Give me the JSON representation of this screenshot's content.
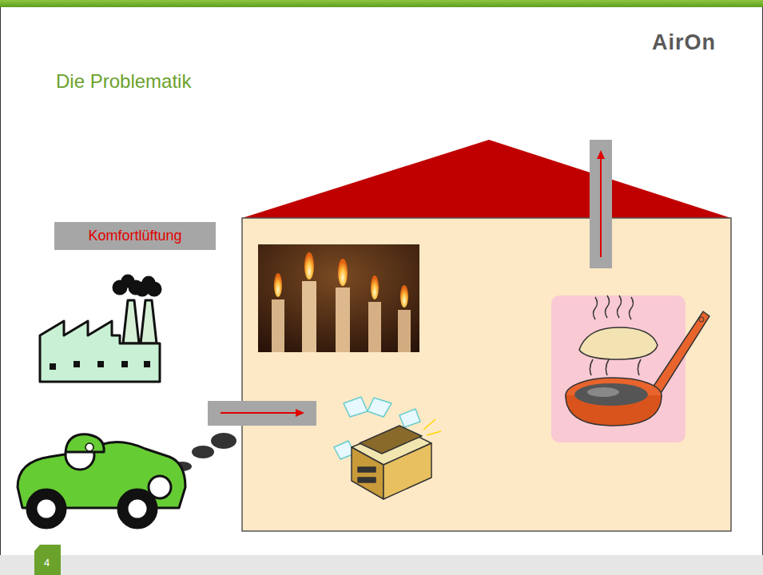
{
  "diagram": {
    "title": "Die Problematik",
    "nodes": [
      {
        "text": [
          "Komfortlüftung"
        ]
      }
    ],
    "labels": [
      "AirOn",
      "4"
    ]
  }
}
